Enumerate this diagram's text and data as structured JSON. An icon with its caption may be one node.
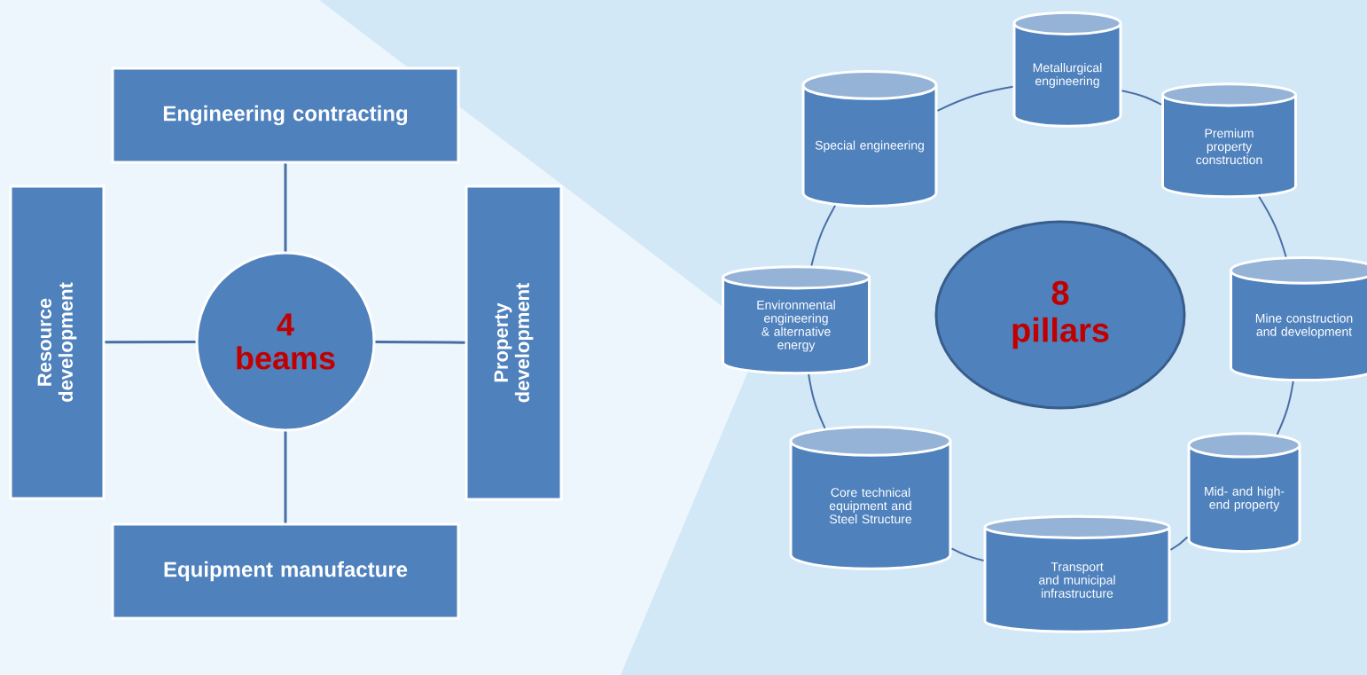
{
  "diagram": {
    "nodes": [
      {
        "text": [
          "Engineering contracting"
        ]
      },
      {
        "text": [
          "Resource development"
        ]
      },
      {
        "text": [
          "4 beams"
        ]
      },
      {
        "text": [
          "Property development"
        ]
      },
      {
        "text": [
          "Equipment manufacture"
        ]
      },
      {
        "text": [
          "8 pillars"
        ]
      },
      {
        "text": [
          "Special engineering"
        ]
      },
      {
        "text": [
          "Metallurgical engineering"
        ]
      },
      {
        "text": [
          "Premium property construction"
        ]
      },
      {
        "text": [
          "Environmental engineering & alternative energy"
        ]
      },
      {
        "text": [
          "Mine construction and development"
        ]
      },
      {
        "text": [
          "Core technical equipment and Steel Structure"
        ]
      },
      {
        "text": [
          "Transport and municipal infrastructure"
        ]
      },
      {
        "text": [
          "Mid- and high-end property"
        ]
      }
    ],
    "edges": [
      {
        "from": 2,
        "to": 0,
        "arrow": "none"
      },
      {
        "from": 2,
        "to": 1,
        "arrow": "none"
      },
      {
        "from": 2,
        "to": 3,
        "arrow": "none"
      },
      {
        "from": 2,
        "to": 4,
        "arrow": "none"
      },
      {
        "from": 6,
        "to": 7,
        "arrow": "none"
      },
      {
        "from": 7,
        "to": 8,
        "arrow": "none"
      },
      {
        "from": 8,
        "to": 10,
        "arrow": "none"
      },
      {
        "from": 10,
        "to": 13,
        "arrow": "none"
      },
      {
        "from": 13,
        "to": 12,
        "arrow": "none"
      },
      {
        "from": 12,
        "to": 11,
        "arrow": "none"
      },
      {
        "from": 11,
        "to": 9,
        "arrow": "none"
      },
      {
        "from": 9,
        "to": 6,
        "arrow": "none"
      }
    ]
  }
}
